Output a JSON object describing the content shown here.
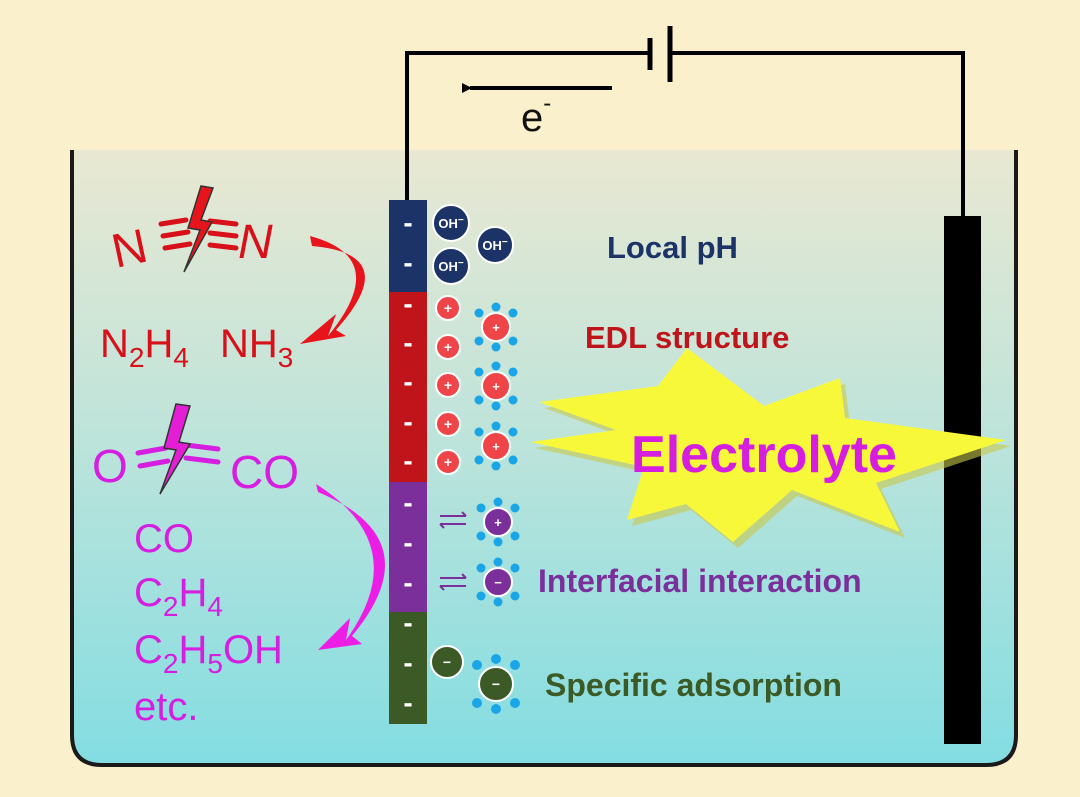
{
  "colors": {
    "background": "#fbf0cc",
    "electrolyte_top": "#e9e8d2",
    "electrolyte_bottom": "#83dde2",
    "local_ph": "#1b3366",
    "edl": "#c0141b",
    "interfacial": "#7a2f9a",
    "specific": "#3b5a25",
    "nitrogen": "#d8101a",
    "carbon": "#d51ee0",
    "burst": "#f8f83a",
    "water_blue": "#1aa6e6"
  },
  "circuit": {
    "electron_label": "e",
    "electron_charge": "-"
  },
  "nitrogen": {
    "reactant_left": "N",
    "reactant_right": "N",
    "product_1": {
      "base": "N",
      "sub1": "2",
      "mid": "H",
      "sub2": "4"
    },
    "product_2": {
      "base": "NH",
      "sub": "3"
    }
  },
  "carbon": {
    "reactant_left": "O",
    "reactant_right": "CO",
    "products": {
      "co": "CO",
      "c2h4": {
        "a": "C",
        "a_sub": "2",
        "b": "H",
        "b_sub": "4"
      },
      "c2h5oh": {
        "a": "C",
        "a_sub": "2",
        "b": "H",
        "b_sub": "5",
        "c": "OH"
      },
      "etc": "etc."
    }
  },
  "electrode": {
    "charge_symbol": "-",
    "anion_oh": "OH",
    "anion_superscript": "−",
    "cation_symbol": "+",
    "anion_symbol": "−"
  },
  "labels": {
    "local_ph": "Local pH",
    "edl_structure": "EDL structure",
    "electrolyte": "Electrolyte",
    "interfacial_interaction": "Interfacial interaction",
    "specific_adsorption": "Specific adsorption"
  }
}
